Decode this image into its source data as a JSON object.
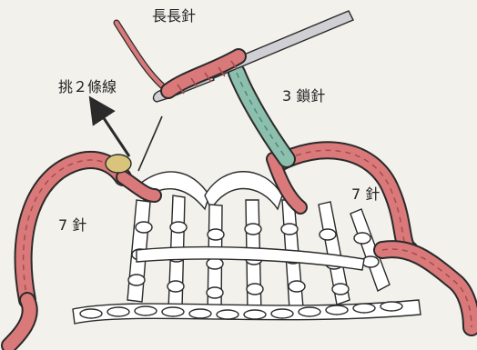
{
  "labels": {
    "double_treble": "長長針",
    "pick_two_strands": "挑２條線",
    "chain_3": "3 鎖針",
    "seven_right": "7 針",
    "seven_left": "7 針"
  },
  "colors": {
    "background": "#f3f1ec",
    "pink_yarn": "#d9797a",
    "pink_shadow": "#a84b4f",
    "green_yarn": "#8cbfae",
    "white_yarn": "#ffffff",
    "outline": "#2a2a2a",
    "hook": "#cfcfd4",
    "yellow_loop": "#d8c47a"
  },
  "icons": {
    "hook": "crochet-hook-icon",
    "arrow": "up-left-arrow-icon"
  }
}
